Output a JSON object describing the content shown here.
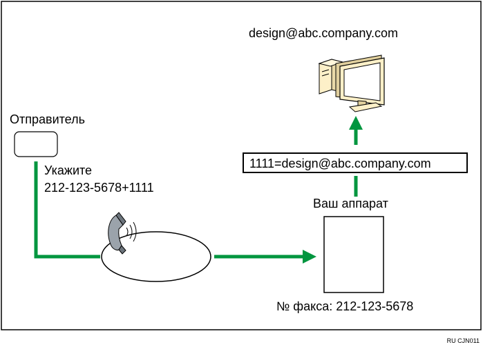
{
  "recipient_email": "design@abc.company.com",
  "sender": {
    "label": "Отправитель",
    "instruction_line1": "Укажите",
    "instruction_line2": "212-123-5678+1111"
  },
  "routing_box": "1111=design@abc.company.com",
  "machine": {
    "label": "Ваш аппарат",
    "fax_number": "№ факса: 212-123-5678"
  },
  "figure_code": "RU CJN011",
  "colors": {
    "arrow": "#00963f",
    "outline": "#000000",
    "computer_body": "#fdf0c8",
    "computer_shade": "#c9b98a"
  },
  "icons": [
    "computer-icon",
    "telephone-handset-icon"
  ]
}
